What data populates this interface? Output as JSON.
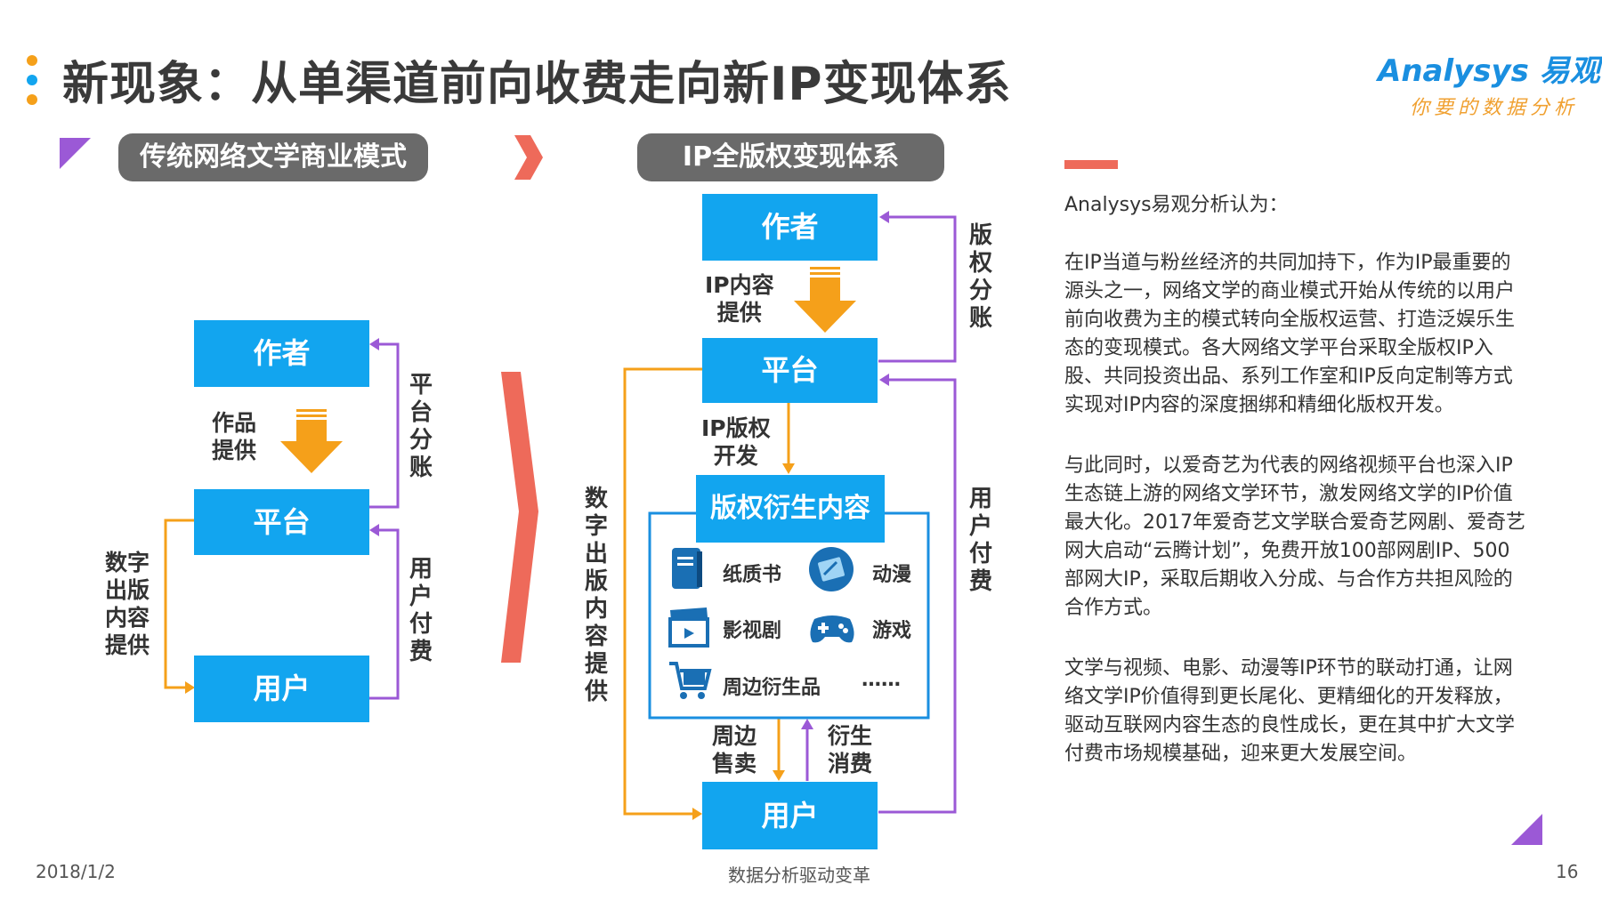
{
  "title": "新现象：从单渠道前向收费走向新IP变现体系",
  "logo": {
    "main": "Analysys 易观",
    "sub": "你要的数据分析"
  },
  "colors": {
    "blue": "#12a5ef",
    "orange": "#f5a01a",
    "purple": "#9b59d6",
    "red": "#ee6a5a",
    "gray": "#6a6a6a"
  },
  "left": {
    "heading": "传统网络文学商业模式",
    "author": "作者",
    "platform": "平台",
    "user": "用户",
    "works_supply": "作品\n提供",
    "platform_split": "平台分账",
    "user_pay": "用户付费",
    "digital_publish": "数字\n出版\n内容\n提供"
  },
  "right": {
    "heading": "IP全版权变现体系",
    "author": "作者",
    "platform": "平台",
    "user": "用户",
    "ip_content": "IP内容\n提供",
    "copyright_split": "版权分账",
    "ip_dev": "IP版权\n开发",
    "derivative_title": "版权衍生内容",
    "user_pay": "用户付费",
    "digital_publish": "数字出版内容提供",
    "peripheral_sale": "周边\n售卖",
    "derivative_consume": "衍生\n消费",
    "items": [
      {
        "label": "纸质书",
        "icon": "book-icon"
      },
      {
        "label": "动漫",
        "icon": "anime-icon"
      },
      {
        "label": "影视剧",
        "icon": "clapperboard-icon"
      },
      {
        "label": "游戏",
        "icon": "gamepad-icon"
      },
      {
        "label": "周边衍生品",
        "icon": "shopping-cart-icon"
      },
      {
        "label": "……",
        "icon": ""
      }
    ]
  },
  "analysis": {
    "intro": "Analysys易观分析认为：",
    "p1": "在IP当道与粉丝经济的共同加持下，作为IP最重要的源头之一，网络文学的商业模式开始从传统的以用户前向收费为主的模式转向全版权运营、打造泛娱乐生态的变现模式。各大网络文学平台采取全版权IP入股、共同投资出品、系列工作室和IP反向定制等方式实现对IP内容的深度捆绑和精细化版权开发。",
    "p2": "与此同时，以爱奇艺为代表的网络视频平台也深入IP生态链上游的网络文学环节，激发网络文学的IP价值最大化。2017年爱奇艺文学联合爱奇艺网剧、爱奇艺网大启动“云腾计划”，免费开放100部网剧IP、500部网大IP，采取后期收入分成、与合作方共担风险的合作方式。",
    "p3": "文学与视频、电影、动漫等IP环节的联动打通，让网络文学IP价值得到更长尾化、更精细化的开发释放，驱动互联网内容生态的良性成长，更在其中扩大文学付费市场规模基础，迎来更大发展空间。"
  },
  "footer": {
    "date": "2018/1/2",
    "center": "数据分析驱动变革",
    "page": "16"
  }
}
